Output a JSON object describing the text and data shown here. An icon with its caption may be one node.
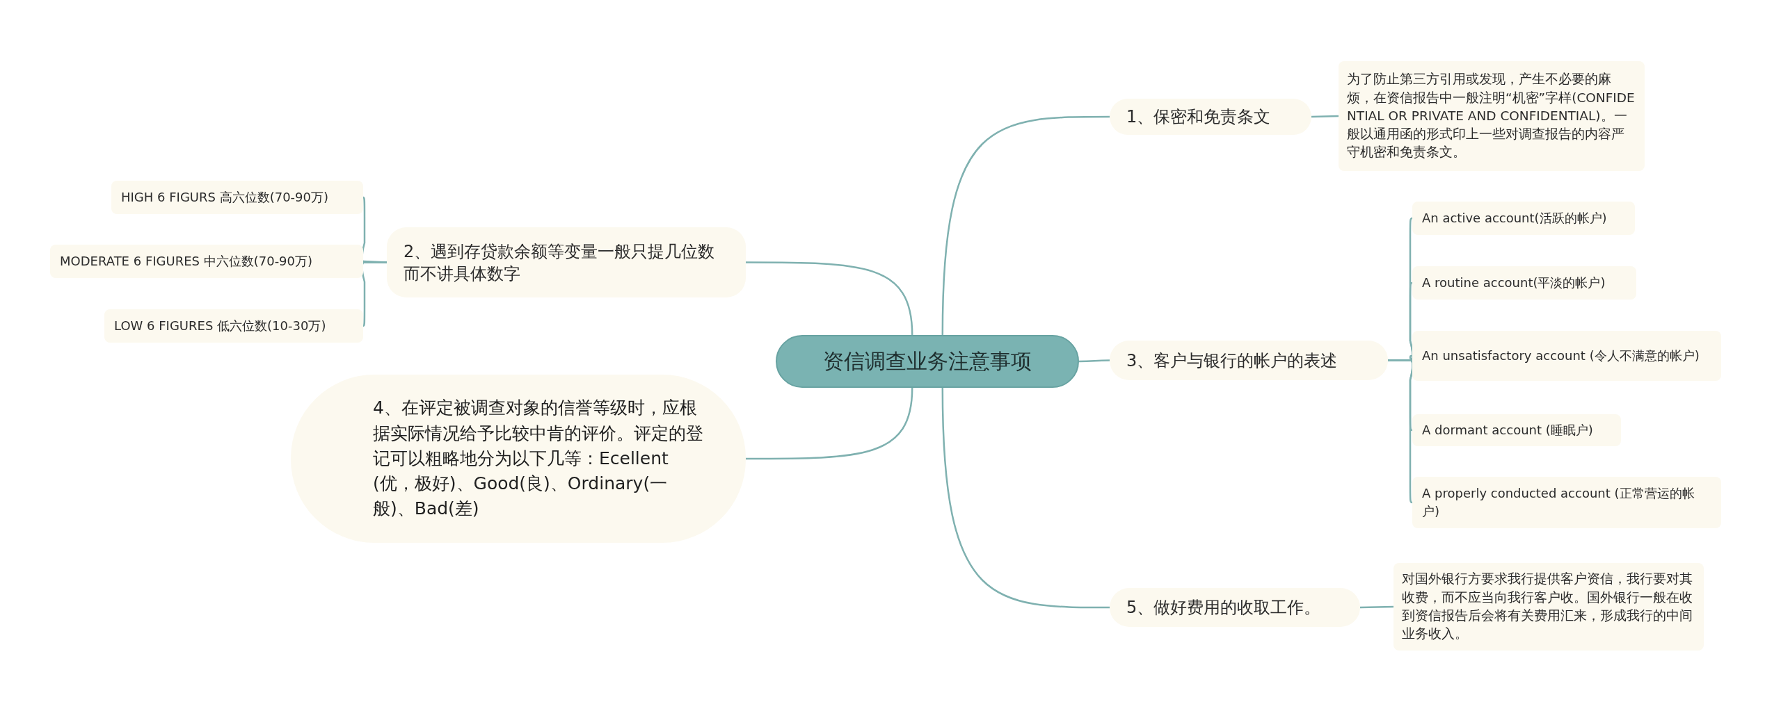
{
  "diagram": {
    "nodes": [
      {
        "text": [
          "资信调查业务注意事项"
        ]
      },
      {
        "text": [
          "1、保密和免责条文"
        ]
      },
      {
        "text": [
          "为了防止第三方引用或发现，产生不必要的麻烦，在资信报告中一般注明“机密”字样(CONFIDENTIAL OR PRIVATE AND CONFIDENTIAL)。一般以通用函的形式印上一些对调查报告的内容严守机密和免责条文。"
        ]
      },
      {
        "text": [
          "2、遇到存贷款余额等变量一般只提几位数而不讲具体数字"
        ]
      },
      {
        "text": [
          "HIGH 6 FIGURS 高六位数(70-90万)"
        ]
      },
      {
        "text": [
          "MODERATE 6 FIGURES 中六位数(70-90万)"
        ]
      },
      {
        "text": [
          "LOW 6 FIGURES 低六位数(10-30万)"
        ]
      },
      {
        "text": [
          "3、客户与银行的帐户的表述"
        ]
      },
      {
        "text": [
          "An active account(活跃的帐户)"
        ]
      },
      {
        "text": [
          "A routine account(平淡的帐户)"
        ]
      },
      {
        "text": [
          "An unsatisfactory account (令人不满意的帐户)"
        ]
      },
      {
        "text": [
          "A dormant account (睡眠户)"
        ]
      },
      {
        "text": [
          "A properly conducted account (正常营运的帐户)"
        ]
      },
      {
        "text": [
          "4、在评定被调查对象的信誉等级时，应根据实际情况给予比较中肯的评价。评定的登记可以粗略地分为以下几等：Ecellent(优，极好)、Good(良)、Ordinary(一般)、Bad(差)"
        ]
      },
      {
        "text": [
          "5、做好费用的收取工作。"
        ]
      },
      {
        "text": [
          "对国外银行方要求我行提供客户资信，我行要对其收费，而不应当向我行客户收。国外银行一般在收到资信报告后会将有关费用汇来，形成我行的中间业务收入。"
        ]
      }
    ],
    "edges": [
      {
        "from": 0,
        "to": 1,
        "arrow": "none"
      },
      {
        "from": 1,
        "to": 2,
        "arrow": "none"
      },
      {
        "from": 0,
        "to": 3,
        "arrow": "none"
      },
      {
        "from": 3,
        "to": 4,
        "arrow": "none"
      },
      {
        "from": 3,
        "to": 5,
        "arrow": "none"
      },
      {
        "from": 3,
        "to": 6,
        "arrow": "none"
      },
      {
        "from": 0,
        "to": 7,
        "arrow": "none"
      },
      {
        "from": 7,
        "to": 8,
        "arrow": "none"
      },
      {
        "from": 7,
        "to": 9,
        "arrow": "none"
      },
      {
        "from": 7,
        "to": 10,
        "arrow": "none"
      },
      {
        "from": 7,
        "to": 11,
        "arrow": "none"
      },
      {
        "from": 7,
        "to": 12,
        "arrow": "none"
      },
      {
        "from": 0,
        "to": 13,
        "arrow": "none"
      },
      {
        "from": 0,
        "to": 14,
        "arrow": "none"
      },
      {
        "from": 14,
        "to": 15,
        "arrow": "none"
      }
    ]
  }
}
